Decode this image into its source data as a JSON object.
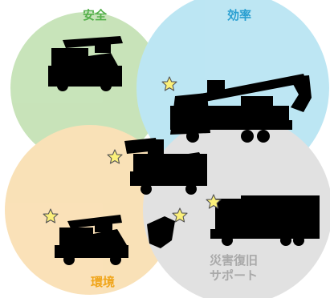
{
  "labels": {
    "safety": "安全",
    "efficiency": "効率",
    "environment": "環境",
    "disaster_line1": "災害復旧",
    "disaster_line2": "サポート"
  },
  "colors": {
    "safety_circle": "#b9dca6",
    "efficiency_circle": "#aadff0",
    "environment_circle": "#f8d9a4",
    "disaster_circle": "#d9d9d9",
    "safety_text": "#55b04b",
    "efficiency_text": "#2a9fd1",
    "environment_text": "#f0a51a",
    "disaster_text": "#a9a9a9",
    "star_fill": "#fbf07a",
    "star_stroke": "#555555",
    "silhouette": "#000000"
  },
  "icons": [
    "truck-silhouette-icon",
    "star-icon"
  ]
}
